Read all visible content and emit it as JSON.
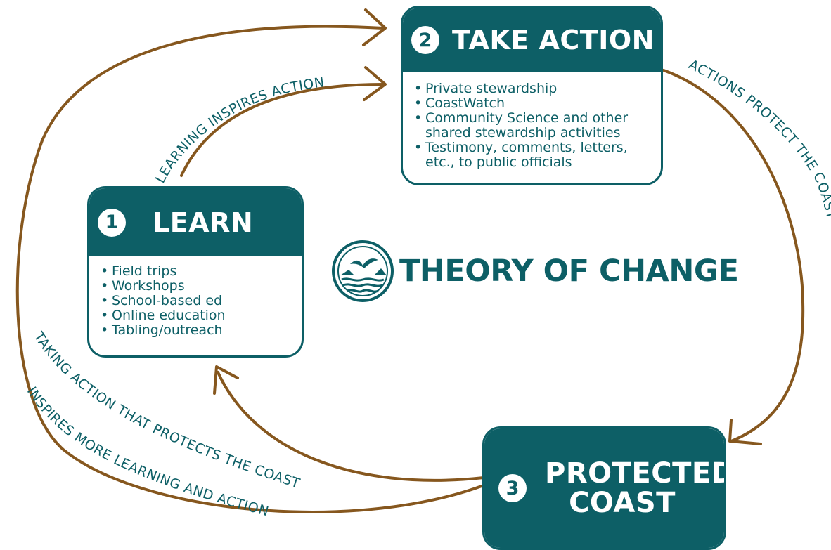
{
  "title": "THEORY OF CHANGE",
  "logo_icon": "seagull-over-waves-logo",
  "colors": {
    "teal": "#0d5f66",
    "arrow_brown": "#86571e",
    "background": "#ffffff"
  },
  "steps": [
    {
      "number": "1",
      "title": "LEARN",
      "items": [
        "Field trips",
        "Workshops",
        "School-based ed",
        "Online education",
        "Tabling/outreach"
      ]
    },
    {
      "number": "2",
      "title": "TAKE ACTION",
      "items": [
        "Private stewardship",
        "CoastWatch",
        "Community Science and other shared stewardship activities",
        "Testimony, comments, letters, etc., to public officials"
      ]
    },
    {
      "number": "3",
      "title_line1": "PROTECTED",
      "title_line2": "COAST"
    }
  ],
  "connectors": {
    "learn_to_action": "LEARNING INSPIRES ACTION",
    "action_to_coast": "ACTIONS PROTECT THE COAST",
    "coast_loop_line1": "TAKING ACTION THAT PROTECTS THE COAST",
    "coast_loop_line2": "INSPIRES MORE  LEARNING AND ACTION"
  }
}
